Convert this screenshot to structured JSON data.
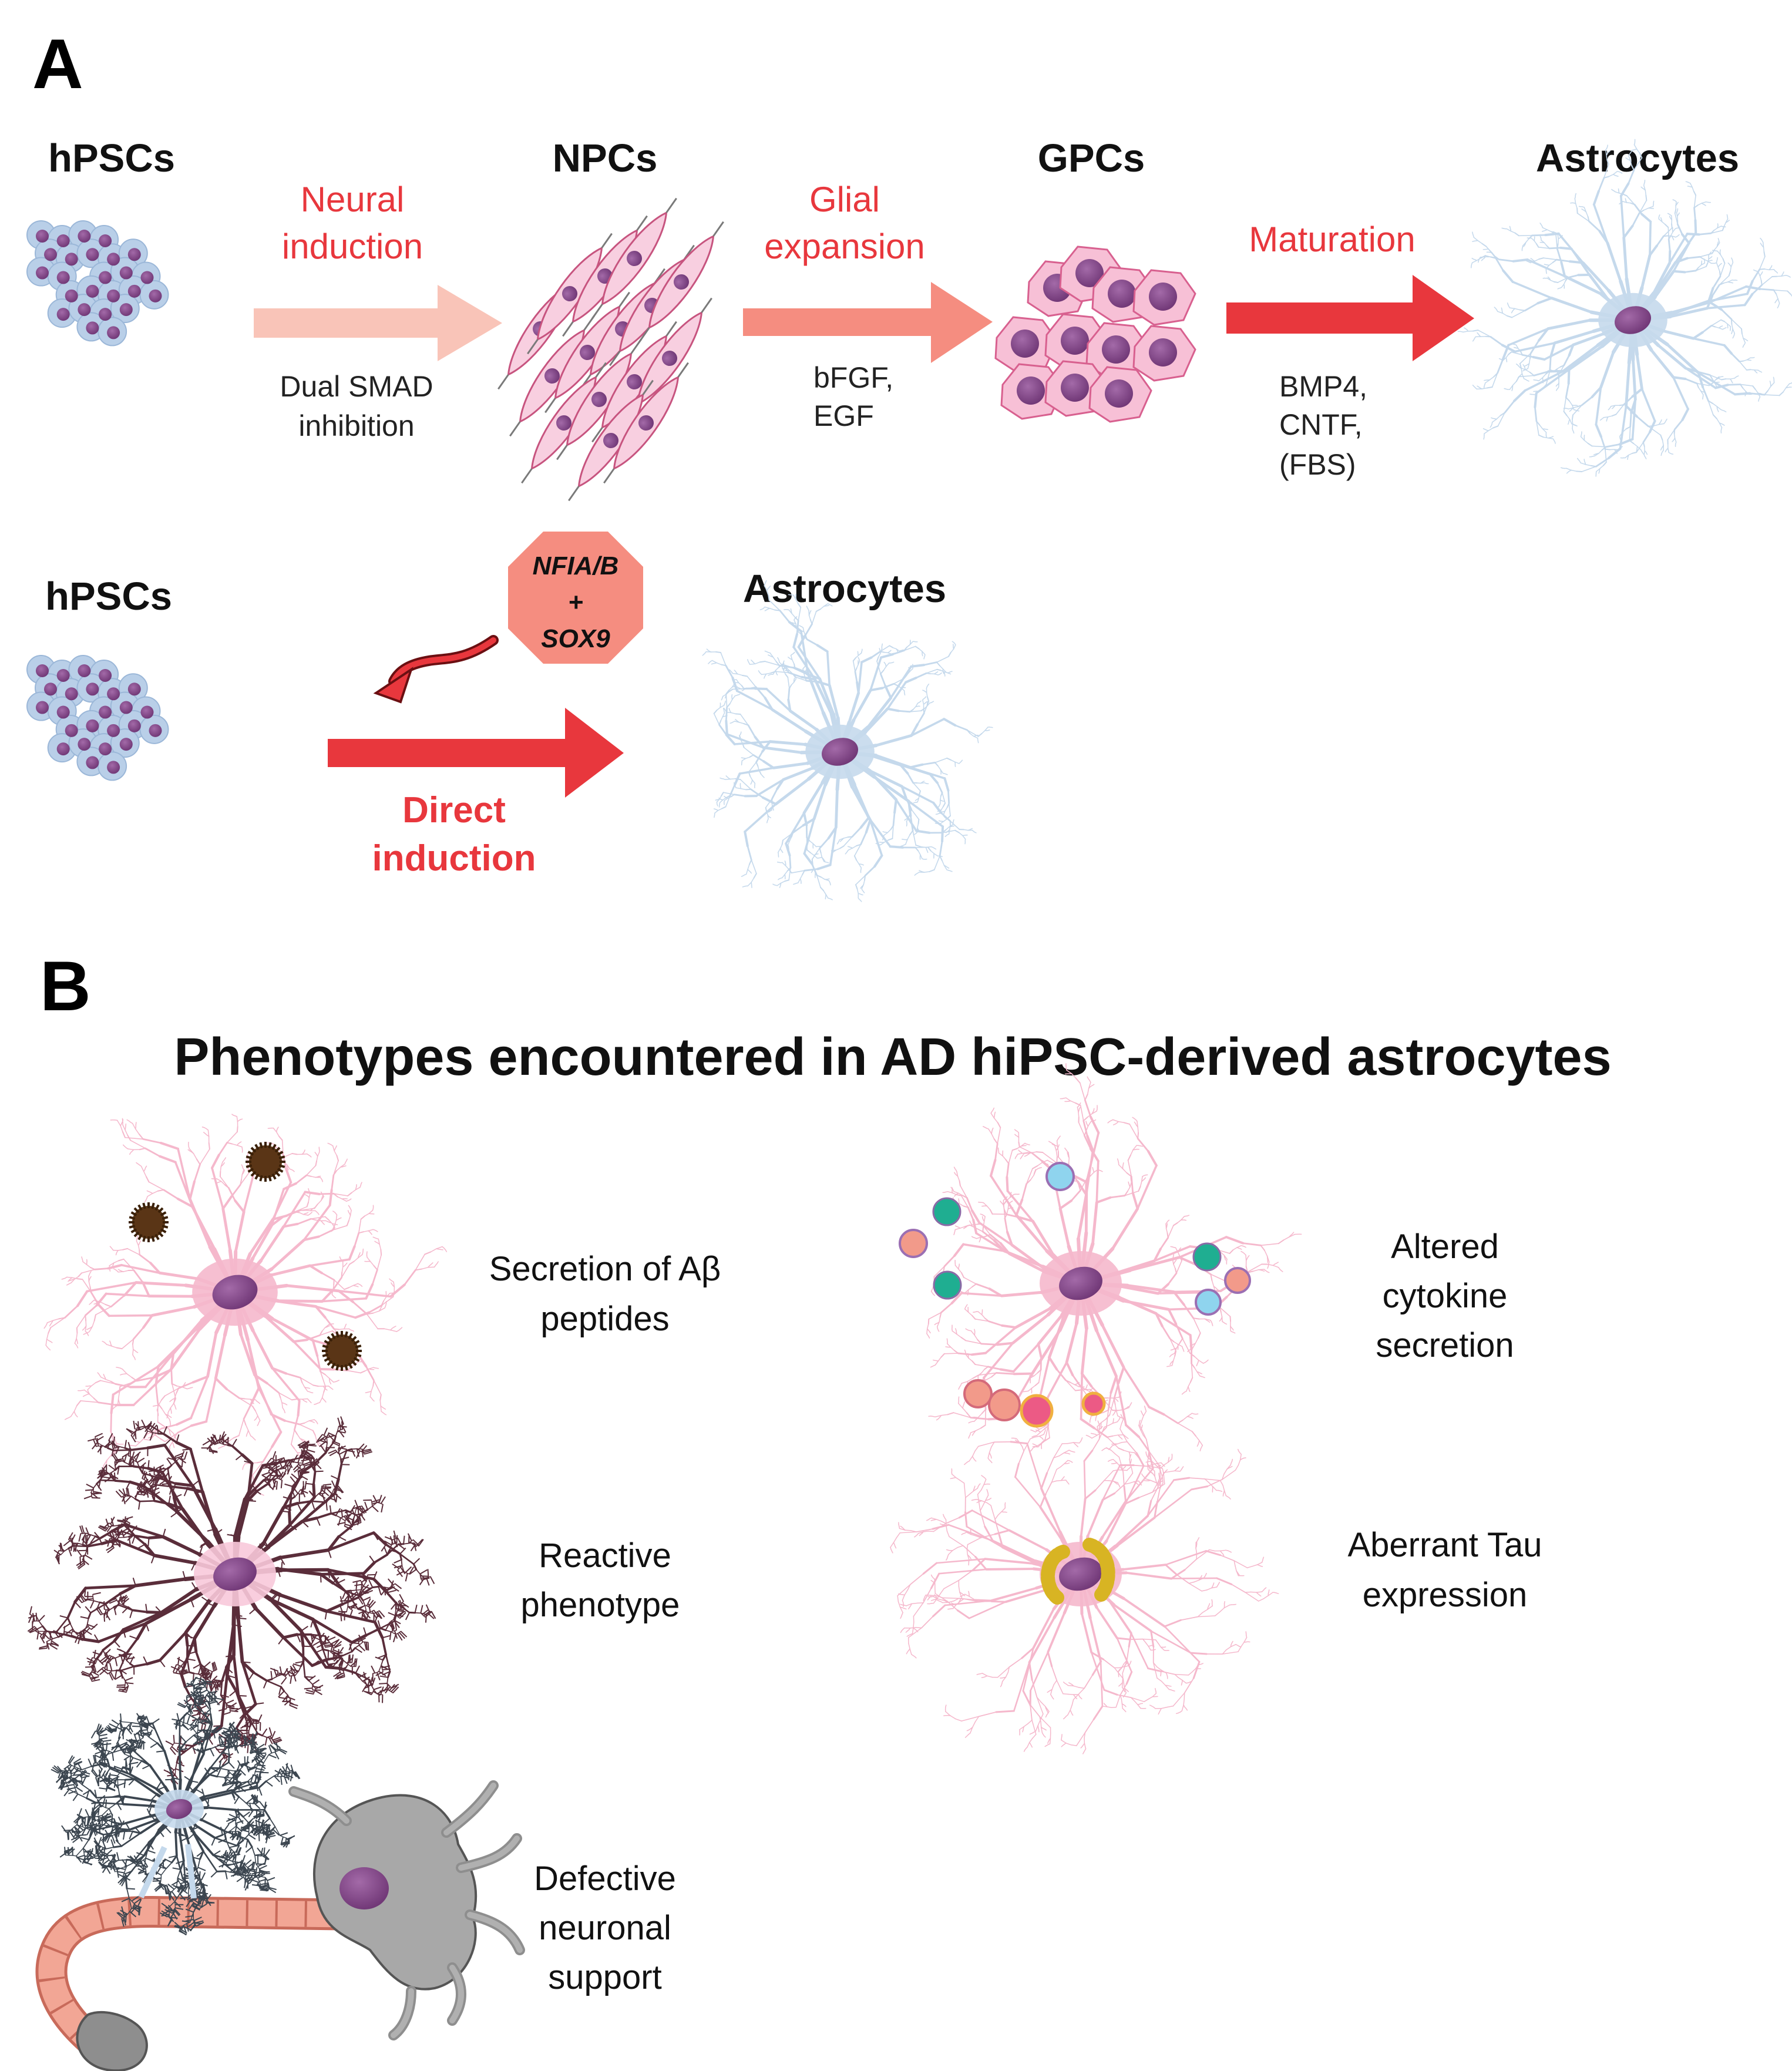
{
  "panelA": {
    "letter": "A",
    "row1": {
      "stages": [
        "hPSCs",
        "NPCs",
        "GPCs",
        "Astrocytes"
      ],
      "steps": [
        {
          "label_line1": "Neural",
          "label_line2": "induction",
          "factors": [
            "Dual SMAD",
            "inhibition"
          ],
          "color": "#f9c4b8"
        },
        {
          "label_line1": "Glial",
          "label_line2": "expansion",
          "factors": [
            "bFGF,",
            "EGF"
          ],
          "color": "#f58d80"
        },
        {
          "label_line1": "Maturation",
          "label_line2": "",
          "factors": [
            "BMP4,",
            "CNTF,",
            "(FBS)"
          ],
          "color": "#e8373d"
        }
      ]
    },
    "row2": {
      "start": "hPSCs",
      "end": "Astrocytes",
      "factor_box": {
        "line1": "NFIA/B",
        "line2": "+",
        "line3": "SOX9",
        "color": "#f58d80"
      },
      "step_line1": "Direct",
      "step_line2": "induction",
      "arrow_color": "#e8373d"
    }
  },
  "panelB": {
    "letter": "B",
    "title": "Phenotypes encountered in AD hiPSC-derived astrocytes",
    "phenotypes": {
      "abeta": [
        "Secretion of Aβ",
        "peptides"
      ],
      "cytokine": [
        "Altered",
        "cytokine",
        "secretion"
      ],
      "reactive": [
        "Reactive",
        "phenotype"
      ],
      "tau": [
        "Aberrant Tau",
        "expression"
      ],
      "neuronal": [
        "Defective",
        "neuronal",
        "support"
      ]
    }
  },
  "colors": {
    "stem_cell": "#b9cfe8",
    "nucleus": "#8a4a8f",
    "npc_cell": "#f8cfe0",
    "astro_blue": "#c5d9ec",
    "astro_pink": "#f5b8cc",
    "reactive_branch": "#5a2d3a",
    "amyloid": "#5a3516",
    "tau": "#d8b423"
  }
}
